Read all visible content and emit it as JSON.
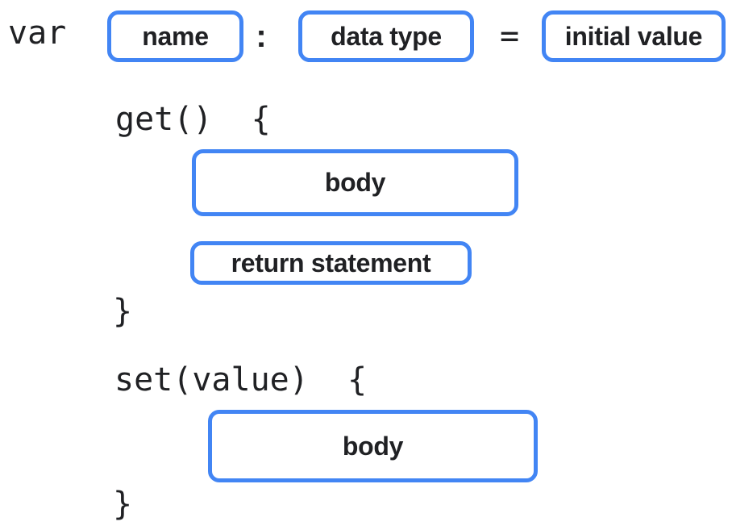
{
  "diagram": {
    "declaration": {
      "keyword": "var",
      "name_slot": "name",
      "colon": ":",
      "type_slot": "data type",
      "equals": "=",
      "initial_slot": "initial value"
    },
    "getter": {
      "opening": "get()  {",
      "body_slot": "body",
      "return_slot": "return statement",
      "closing": "}"
    },
    "setter": {
      "opening": "set(value)  {",
      "body_slot": "body",
      "closing": "}"
    },
    "colors": {
      "slot_border": "#4285F4",
      "text": "#202124",
      "background": "#FFFFFF"
    }
  }
}
